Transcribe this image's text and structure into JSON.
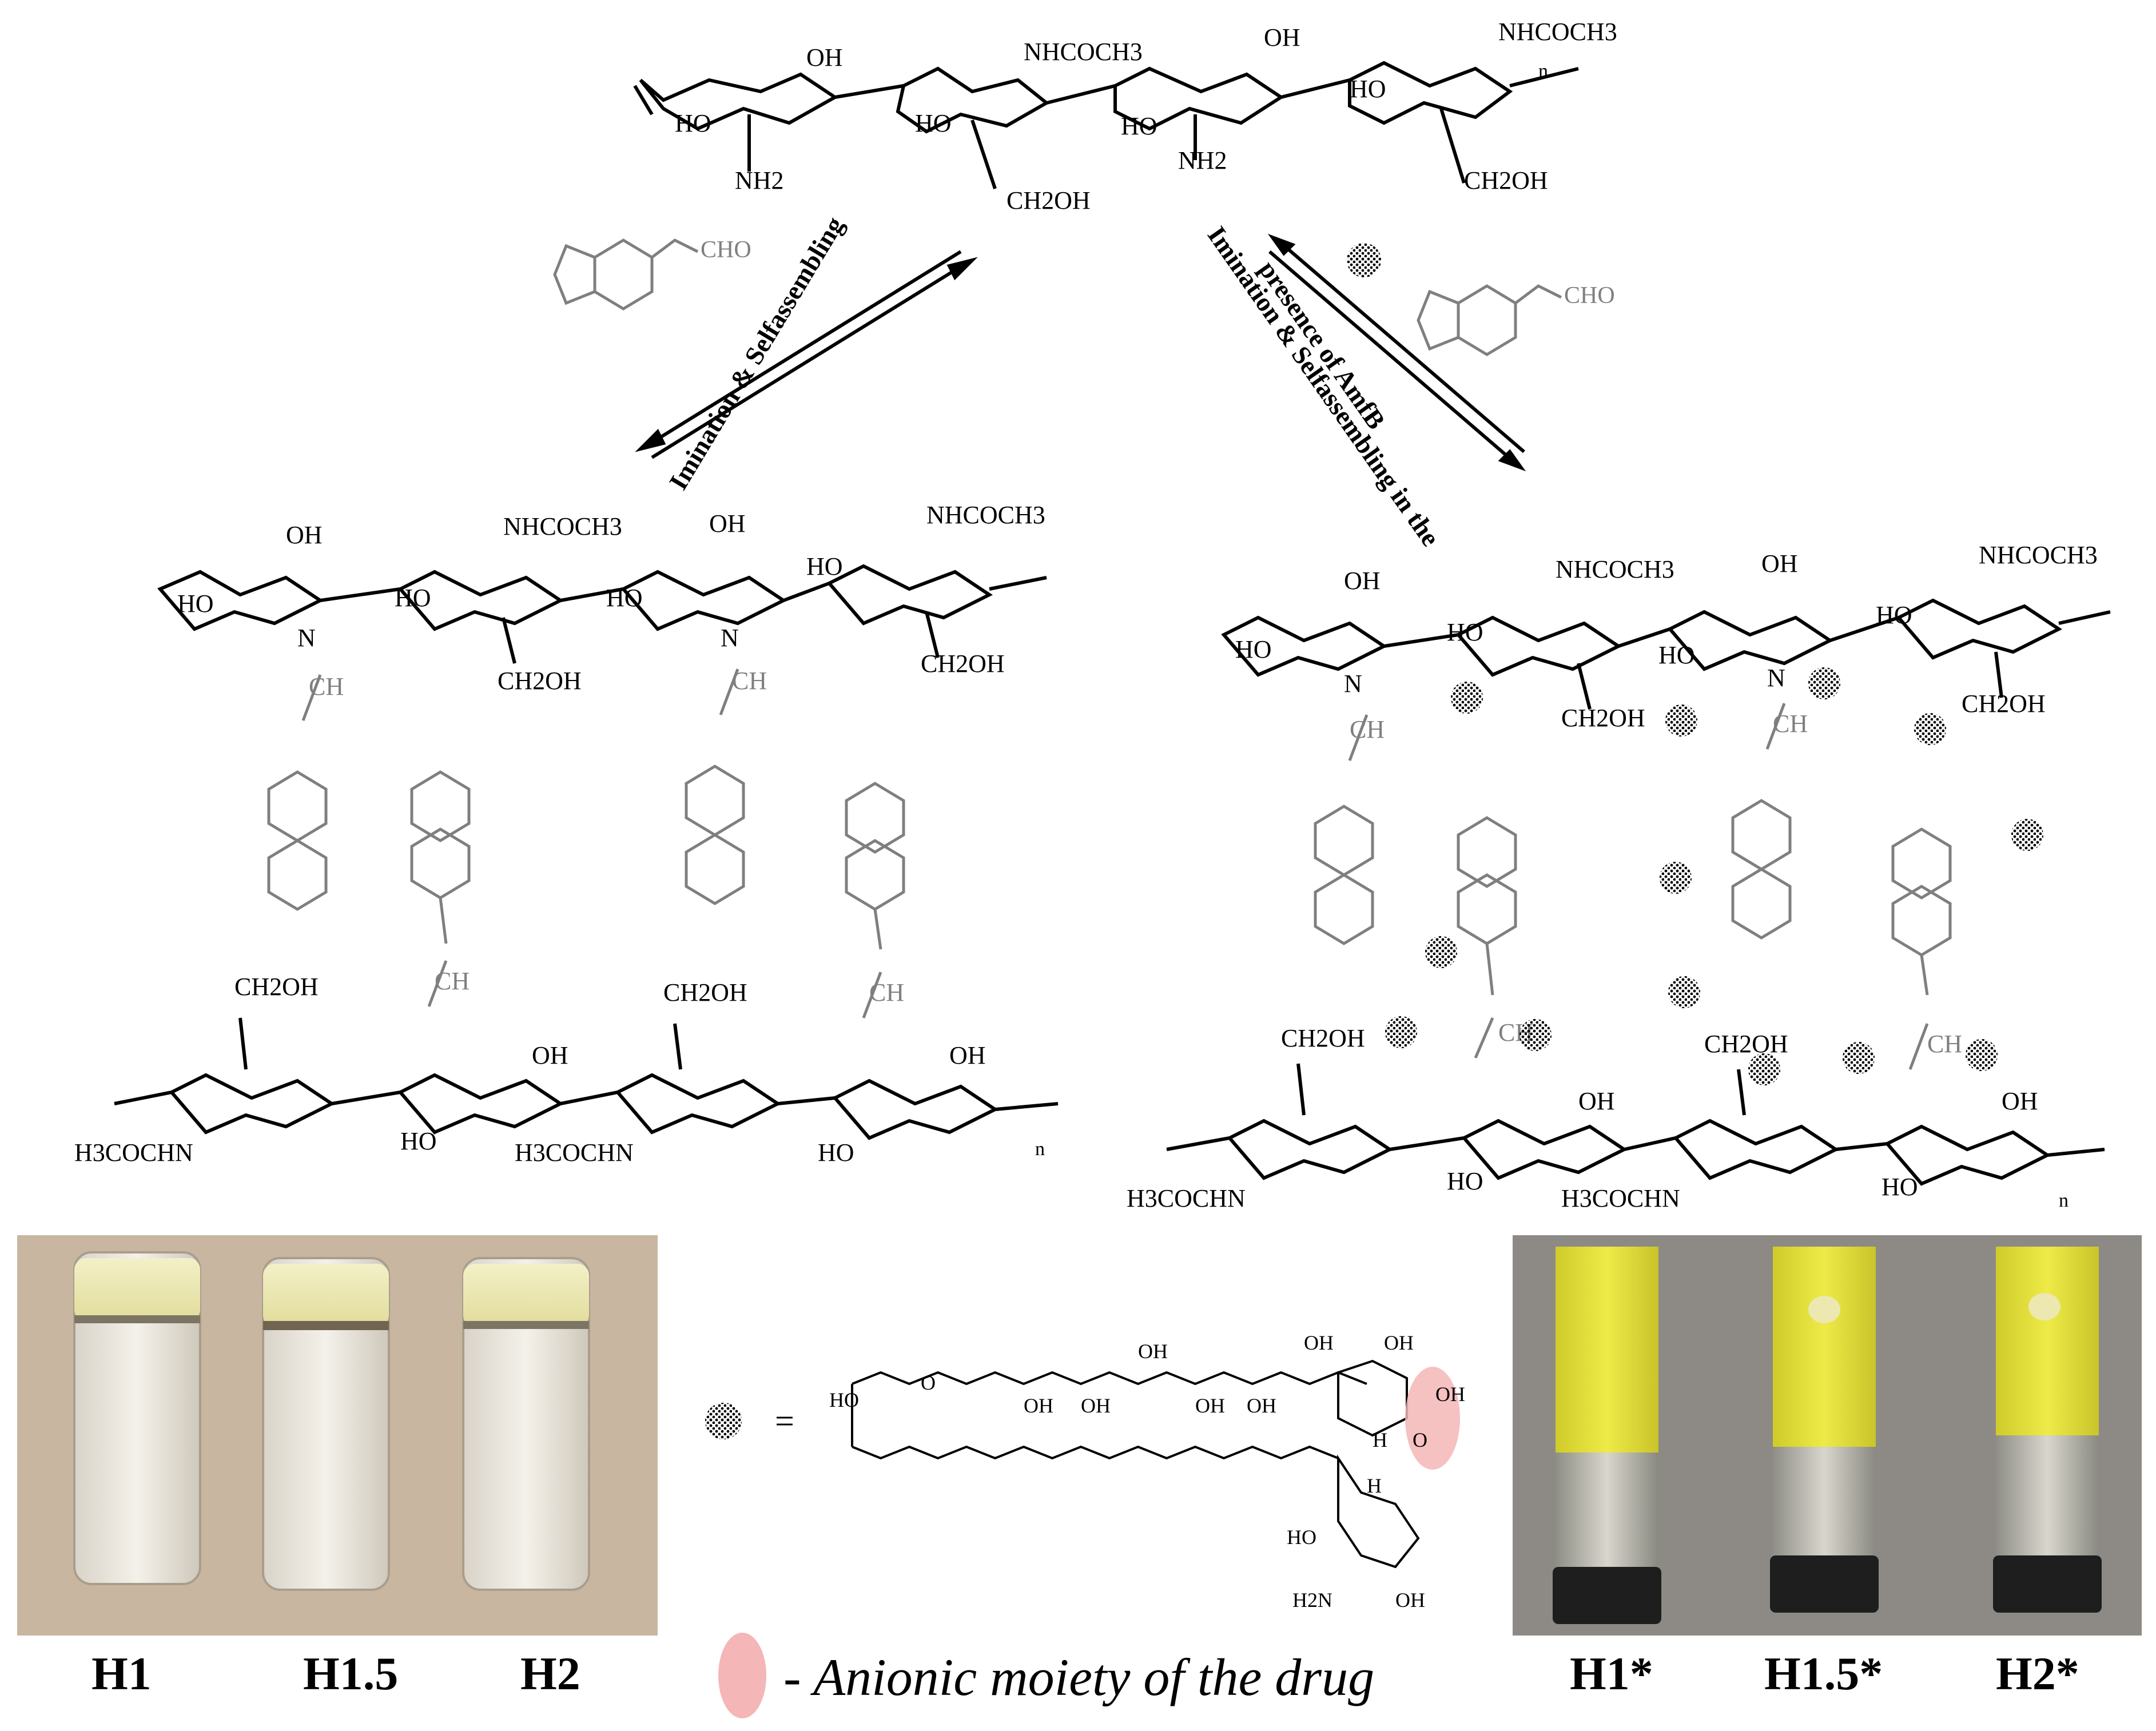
{
  "chemistry": {
    "text_top_nhcoch3": "NHCOCH3",
    "text_oh": "OH",
    "text_ho": "HO",
    "text_nh2": "NH2",
    "text_ch2oh": "CH2OH",
    "text_cho": "CHO",
    "text_n": "n",
    "text_o": "O",
    "text_ch": "CH",
    "text_n_imine": "N",
    "text_h3cochn": "H3COCHN",
    "text_h": "H",
    "text_h2n": "H2N",
    "text_equals": "="
  },
  "arrows": {
    "left_label": "Imination & Selfassembling",
    "right_label_line1": "Imination & Selfassembling in the",
    "right_label_line2": "presence of AmfB"
  },
  "photos": {
    "left_labels": [
      "H1",
      "H1.5",
      "H2"
    ],
    "right_labels": [
      "H1*",
      "H1.5*",
      "H2*"
    ]
  },
  "legend": {
    "anionic_text": "- Anionic moiety of the drug"
  },
  "colors": {
    "structure": "#000000",
    "aldehyde_gray": "#7f7f7f",
    "anionic_highlight": "#f4b6b6",
    "gel_yellow": "#e6e23a",
    "photo_bg_left": "#c8b6a0",
    "photo_bg_right": "#8d8a86"
  }
}
